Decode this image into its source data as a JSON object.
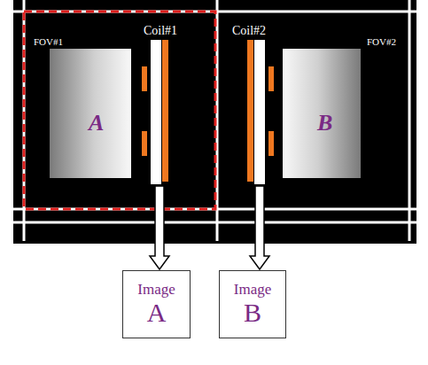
{
  "diagram": {
    "nodes": [
      {
        "text": [
          "Image",
          "A"
        ]
      },
      {
        "text": [
          "Image",
          "B"
        ]
      }
    ],
    "labels": [
      "FOV#1",
      "Coil#1",
      "A",
      "Coil#2",
      "FOV#2",
      "B"
    ]
  }
}
